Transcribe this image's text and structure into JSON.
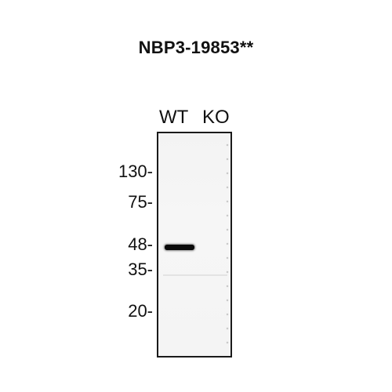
{
  "figure": {
    "title": "NBP3-19853**",
    "lanes": [
      {
        "label": "WT"
      },
      {
        "label": "KO"
      }
    ],
    "markers": [
      {
        "label": "130-"
      },
      {
        "label": "75-"
      },
      {
        "label": "48-"
      },
      {
        "label": "35-"
      },
      {
        "label": "20-"
      }
    ]
  }
}
